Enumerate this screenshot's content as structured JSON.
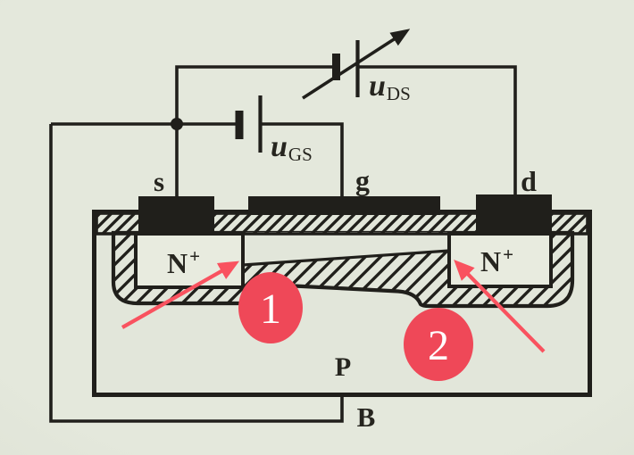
{
  "colors": {
    "background": "#e3e7db",
    "line": "#201f1b",
    "accent": "#ef4858",
    "arrow": "#f9525f",
    "badge_text": "#ffffff",
    "n_region_fill": "#e8ebdf"
  },
  "sources": {
    "uds": {
      "base": "u",
      "sub": "DS"
    },
    "ugs": {
      "base": "u",
      "sub": "GS"
    }
  },
  "terminals": {
    "source": "s",
    "gate": "g",
    "drain": "d",
    "body": "B"
  },
  "regions": {
    "source_diffusion": {
      "base": "N",
      "sup": "+"
    },
    "drain_diffusion": {
      "base": "N",
      "sup": "+"
    },
    "substrate": "P"
  },
  "callouts": [
    {
      "number": "1"
    },
    {
      "number": "2"
    }
  ]
}
